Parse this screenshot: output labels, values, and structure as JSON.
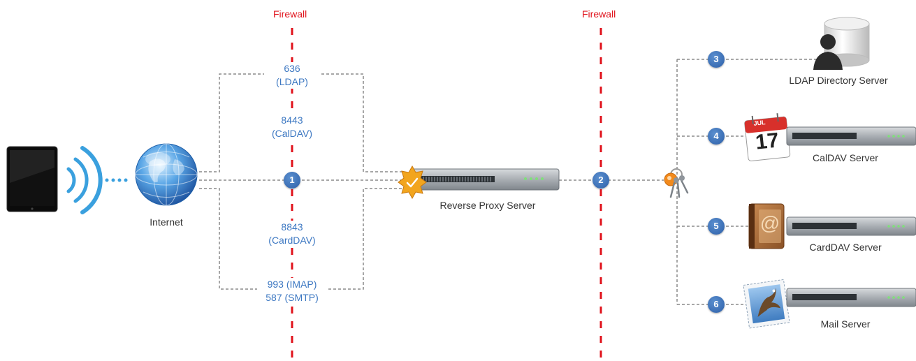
{
  "colors": {
    "firewall": "#e0121b",
    "port_text": "#3d78c2",
    "connector": "#8a8a8a",
    "badge": "#2f62ab",
    "label_text": "#333333"
  },
  "firewalls": [
    {
      "label": "Firewall"
    },
    {
      "label": "Firewall"
    }
  ],
  "nodes": {
    "client_device": {
      "icon": "tablet-icon"
    },
    "wireless": {
      "icon": "wireless-waves-icon"
    },
    "internet": {
      "label": "Internet",
      "icon": "globe-icon"
    },
    "reverse_proxy": {
      "label": "Reverse Proxy Server",
      "icon": "server-rack-icon",
      "badge_icon": "certificate-seal-icon"
    },
    "keychain": {
      "icon": "keys-icon"
    },
    "ldap": {
      "label": "LDAP Directory Server",
      "icon": "directory-user-icon"
    },
    "caldav": {
      "label": "CalDAV Server",
      "icon": "calendar-icon",
      "calendar_month": "JUL",
      "calendar_day": "17"
    },
    "carddav": {
      "label": "CardDAV Server",
      "icon": "address-book-icon",
      "glyph": "@"
    },
    "mail": {
      "label": "Mail Server",
      "icon": "mail-stamp-icon"
    }
  },
  "ports": [
    {
      "line1": "636",
      "line2": "(LDAP)"
    },
    {
      "line1": "8443",
      "line2": "(CalDAV)"
    },
    {
      "line1": "8843",
      "line2": "(CardDAV)"
    },
    {
      "line1": "993 (IMAP)",
      "line2": "587 (SMTP)"
    }
  ],
  "steps": [
    "1",
    "2",
    "3",
    "4",
    "5",
    "6"
  ]
}
